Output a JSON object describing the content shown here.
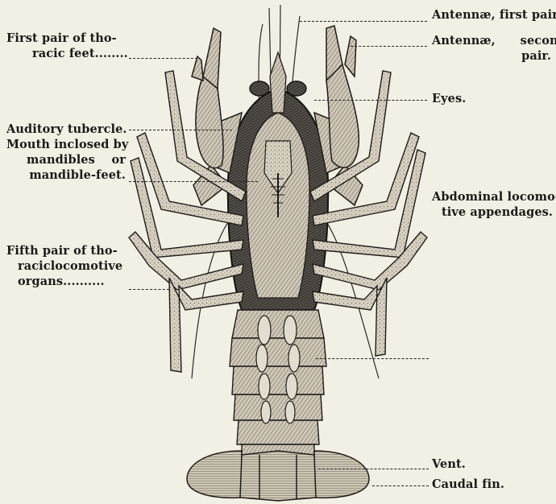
{
  "labels": {
    "antennae_first": "Antennæ, first pair.",
    "antennae_second_1": "Antennæ,      second",
    "antennae_second_2": "pair.",
    "eyes": "Eyes.",
    "first_thoracic_1": "First pair of tho-",
    "first_thoracic_2": "racic feet........",
    "auditory": "Auditory tubercle.",
    "mouth_1": "Mouth inclosed by",
    "mouth_2": "mandibles    or",
    "mouth_3": "mandible-feet.",
    "fifth_pair_1": "Fifth pair of tho-",
    "fifth_pair_2": "raciclocomotive",
    "fifth_pair_3": "organs..........",
    "abdominal_1": "Abdominal locomo-",
    "abdominal_2": "tive appendages.",
    "vent": "Vent.",
    "caudal": "Caudal fin."
  },
  "colors": {
    "paper": "#f2efe4",
    "ink": "#1b1a17",
    "shell_light": "#d9d3c4",
    "shell_mid": "#9e978a",
    "shell_dark": "#3d3a34"
  }
}
